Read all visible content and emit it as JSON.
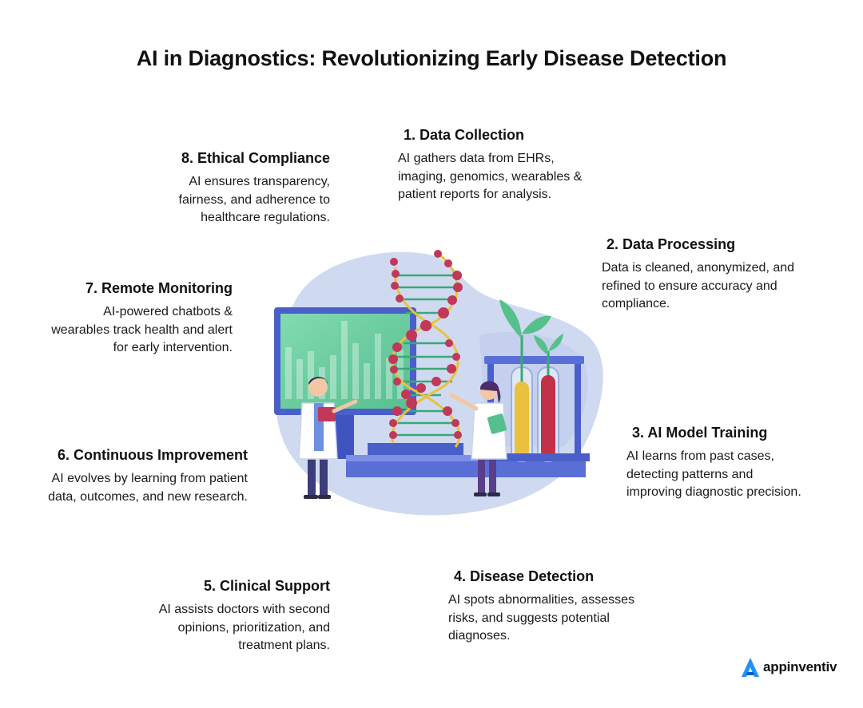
{
  "title": "AI in Diagnostics: Revolutionizing Early Disease Detection",
  "steps": [
    {
      "head": "1. Data Collection",
      "body": "AI gathers data from EHRs, imaging, genomics, wearables & patient reports for analysis."
    },
    {
      "head": "2. Data Processing",
      "body": "Data is cleaned, anonymized, and refined to ensure accuracy and compliance."
    },
    {
      "head": "3. AI Model Training",
      "body": "AI learns from past cases, detecting patterns and improving diagnostic precision."
    },
    {
      "head": "4. Disease Detection",
      "body": "AI spots abnormalities, assesses risks, and suggests potential diagnoses."
    },
    {
      "head": "5. Clinical Support",
      "body": "AI assists doctors with second opinions, prioritization, and treatment plans."
    },
    {
      "head": "6. Continuous Improvement",
      "body": "AI evolves by learning from patient data, outcomes, and new research."
    },
    {
      "head": "7. Remote Monitoring",
      "body": "AI-powered chatbots & wearables track health and alert for early intervention."
    },
    {
      "head": "8. Ethical Compliance",
      "body": "AI ensures transparency, fairness, and adherence to healthcare regulations."
    }
  ],
  "brand": {
    "name": "appinventiv",
    "icon": "appinventiv-logo-icon"
  },
  "illustration": {
    "icons": [
      "monitor-icon",
      "dna-helix-icon",
      "doctor-icon",
      "scientist-icon",
      "test-tubes-icon",
      "plant-sprout-icon"
    ]
  },
  "colors": {
    "blob": "#cfdaf1",
    "blob_dark": "#b9c8ea",
    "monitor_frame": "#4a5fc9",
    "monitor_screen": "#6fd3a4",
    "dna_bead": "#c0385a",
    "dna_rung": "#3aa876",
    "tube_yellow": "#e9c13f",
    "tube_red": "#c23148",
    "brand_blue": "#1e90ff"
  }
}
